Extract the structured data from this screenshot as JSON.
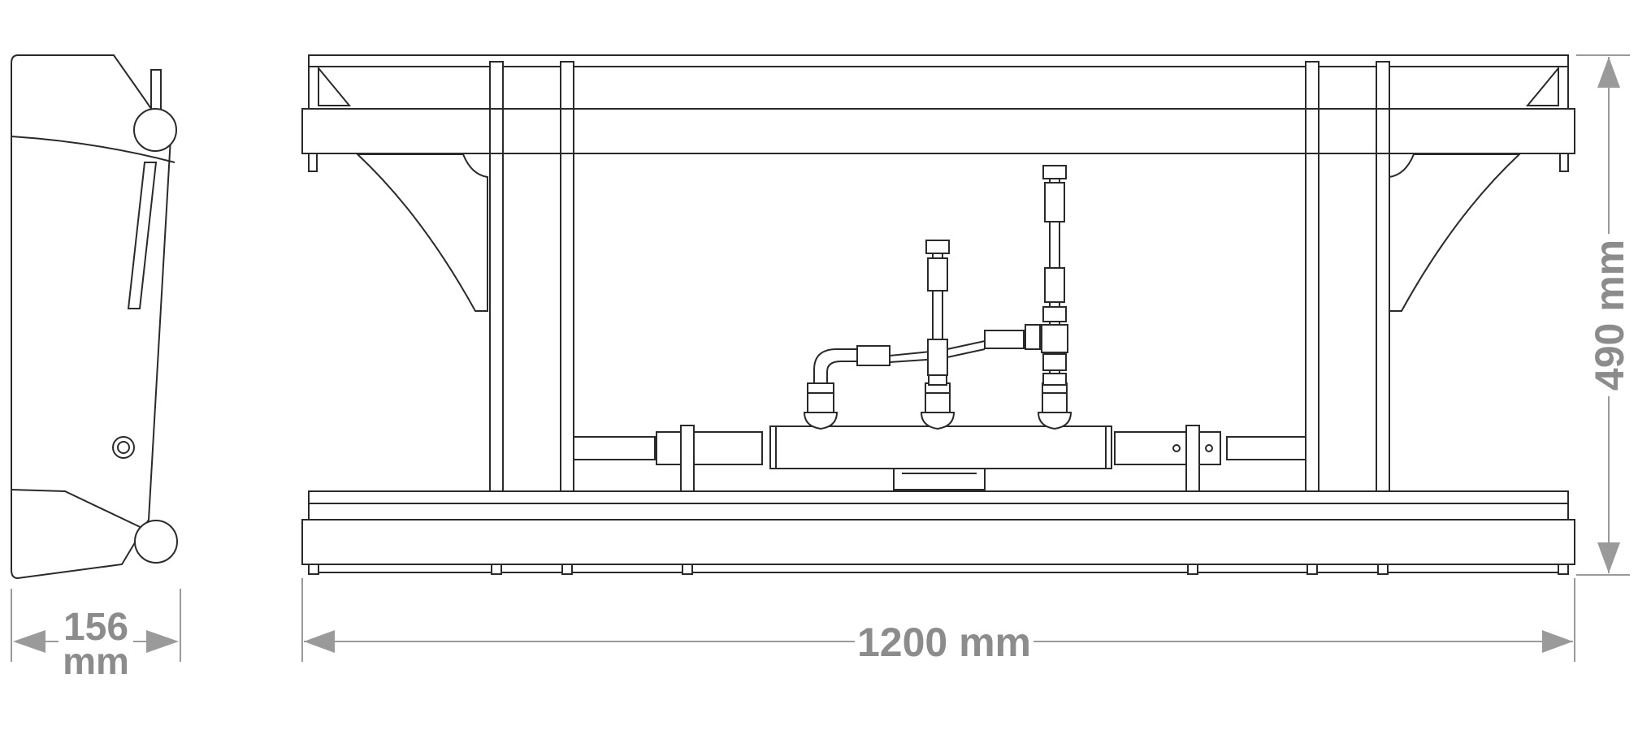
{
  "dimensions": {
    "depth": {
      "value": "156",
      "unit": "mm"
    },
    "width": {
      "label": "1200 mm"
    },
    "height": {
      "label": "490 mm"
    }
  },
  "colors": {
    "line": "#2a2a2a",
    "dimension": "#9a9a9a",
    "background": "#ffffff"
  }
}
